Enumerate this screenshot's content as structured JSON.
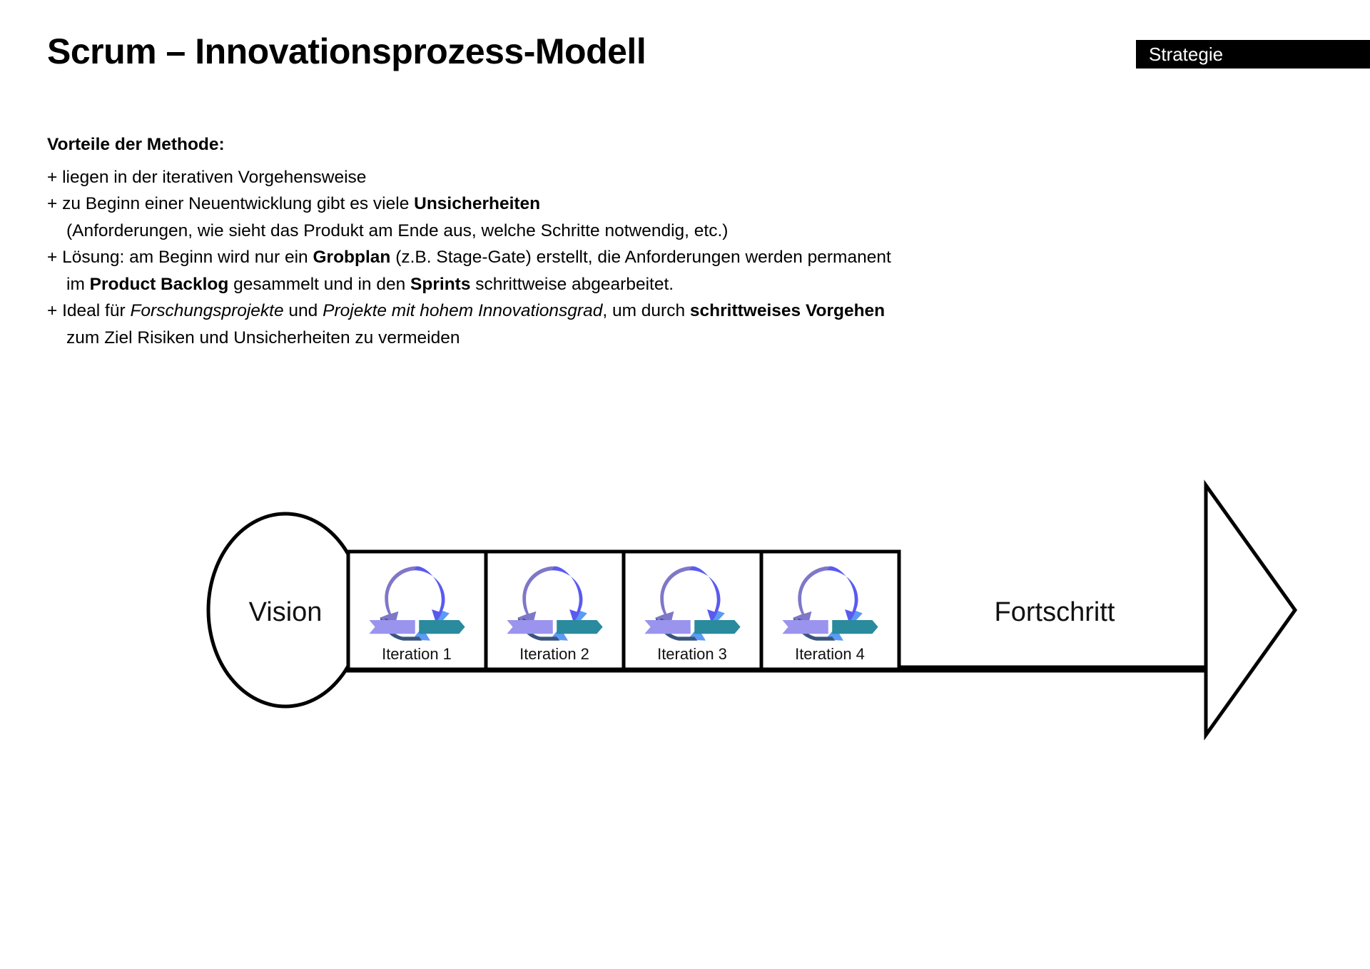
{
  "header": {
    "title": "Scrum – Innovationsprozess-Modell",
    "badge_label": "Strategie",
    "badge_bg": "#000000",
    "badge_fg": "#ffffff"
  },
  "advantages": {
    "heading": "Vorteile der Methode:",
    "lines": [
      {
        "id": "line-1",
        "indent": false,
        "segments": [
          {
            "text": "+ liegen in der iterativen Vorgehensweise",
            "style": "normal"
          }
        ]
      },
      {
        "id": "line-2",
        "indent": false,
        "segments": [
          {
            "text": "+ zu Beginn einer Neuentwicklung gibt es viele ",
            "style": "normal"
          },
          {
            "text": "Unsicherheiten",
            "style": "bold"
          }
        ]
      },
      {
        "id": "line-3",
        "indent": true,
        "segments": [
          {
            "text": "(Anforderungen, wie sieht das Produkt am Ende aus, welche Schritte notwendig, etc.)",
            "style": "normal"
          }
        ]
      },
      {
        "id": "line-4",
        "indent": false,
        "segments": [
          {
            "text": "+ Lösung: am Beginn wird nur ein ",
            "style": "normal"
          },
          {
            "text": "Grobplan",
            "style": "bold"
          },
          {
            "text": " (z.B. Stage-Gate) erstellt, die Anforderungen werden permanent",
            "style": "normal"
          }
        ]
      },
      {
        "id": "line-5",
        "indent": true,
        "segments": [
          {
            "text": "im ",
            "style": "normal"
          },
          {
            "text": "Product Backlog",
            "style": "bold"
          },
          {
            "text": " gesammelt und in den ",
            "style": "normal"
          },
          {
            "text": "Sprints",
            "style": "bold"
          },
          {
            "text": " schrittweise abgearbeitet.",
            "style": "normal"
          }
        ]
      },
      {
        "id": "line-6",
        "indent": false,
        "segments": [
          {
            "text": "+ Ideal für ",
            "style": "normal"
          },
          {
            "text": "Forschungsprojekte",
            "style": "italic"
          },
          {
            "text": " und ",
            "style": "normal"
          },
          {
            "text": "Projekte mit hohem Innovationsgrad",
            "style": "italic"
          },
          {
            "text": ", um durch ",
            "style": "normal"
          },
          {
            "text": "schrittweises Vorgehen",
            "style": "bold"
          }
        ]
      },
      {
        "id": "line-7",
        "indent": true,
        "segments": [
          {
            "text": "zum Ziel Risiken und Unsicherheiten zu vermeiden",
            "style": "normal"
          }
        ]
      }
    ]
  },
  "diagram": {
    "start_label": "Vision",
    "end_label": "Fortschritt",
    "iterations": [
      {
        "label": "Iteration 1",
        "icon": "scrum-cycle-icon"
      },
      {
        "label": "Iteration 2",
        "icon": "scrum-cycle-icon"
      },
      {
        "label": "Iteration 3",
        "icon": "scrum-cycle-icon"
      },
      {
        "label": "Iteration 4",
        "icon": "scrum-cycle-icon"
      }
    ],
    "outline_color": "#000000",
    "icon_colors": {
      "arc_top_left": "#7f77c8",
      "arc_top_right": "#5a5af0",
      "arc_right": "#5b9bf5",
      "arc_bottom_left": "#39547e",
      "banner_left": "#9a94ee",
      "banner_right": "#2a8a9e"
    }
  }
}
